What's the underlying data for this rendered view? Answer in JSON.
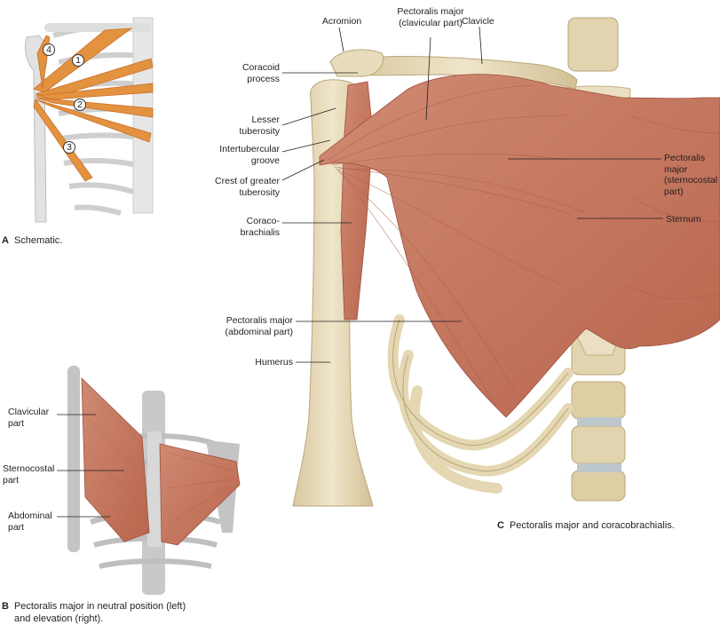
{
  "panel_a": {
    "caption_letter": "A",
    "caption_text": "Schematic.",
    "markers": [
      "1",
      "2",
      "3",
      "4"
    ]
  },
  "panel_b": {
    "caption_letter": "B",
    "caption_line1": "Pectoralis major in neutral position (left)",
    "caption_line2": "and elevation (right).",
    "labels": {
      "clavicular": [
        "Clavicular",
        "part"
      ],
      "sternocostal": [
        "Sternocostal",
        "part"
      ],
      "abdominal": [
        "Abdominal",
        "part"
      ]
    }
  },
  "panel_c": {
    "caption_letter": "C",
    "caption_text": "Pectoralis major and coracobrachialis.",
    "labels": {
      "acromion": "Acromion",
      "pect_clav": [
        "Pectoralis major",
        "(clavicular part)"
      ],
      "clavicle": "Clavicle",
      "coracoid": [
        "Coracoid",
        "process"
      ],
      "lesser": [
        "Lesser",
        "tuberosity"
      ],
      "intertub": [
        "Intertubercular",
        "groove"
      ],
      "crest": [
        "Crest of greater",
        "tuberosity"
      ],
      "coraco": [
        "Coraco-",
        "brachialis"
      ],
      "pect_abd": [
        "Pectoralis major",
        "(abdominal part)"
      ],
      "humerus": "Humerus",
      "pect_stern": [
        "Pectoralis",
        "major",
        "(sternocostal",
        "part)"
      ],
      "sternum": "Sternum"
    }
  },
  "colors": {
    "muscle": "#c9775f",
    "muscle_dark": "#a85a45",
    "bone": "#e8dcbd",
    "bone_shade": "#c9b98f",
    "schematic_bone": "#dcdcdc",
    "schematic_muscle": "#e08a3c",
    "leader": "#231f20"
  }
}
